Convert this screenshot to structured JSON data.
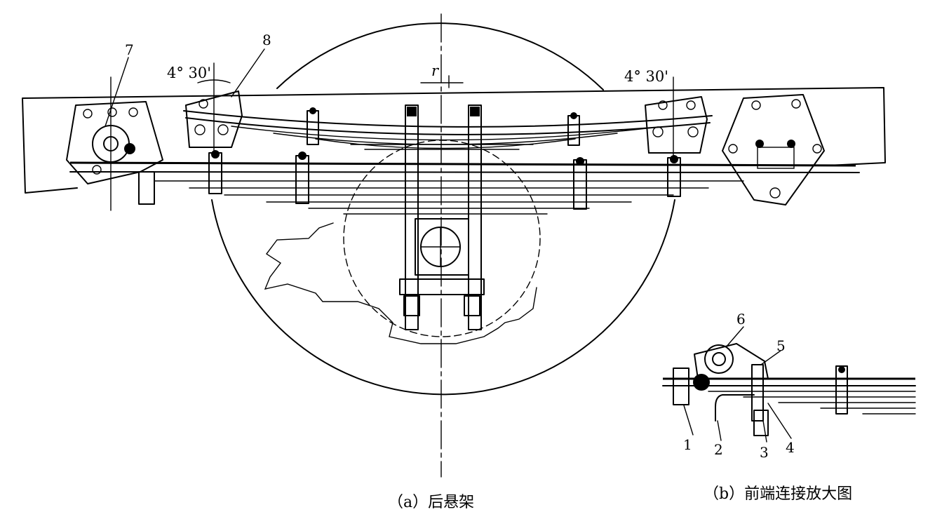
{
  "figure": {
    "captions": {
      "a": "（a）后悬架",
      "b": "（b）前端连接放大图"
    },
    "part_numbers": {
      "n1": "1",
      "n2": "2",
      "n3": "3",
      "n4": "4",
      "n5": "5",
      "n6": "6",
      "n7": "7",
      "n8": "8"
    },
    "annotations": {
      "angle_left": "4° 30'",
      "angle_right": "4° 30'",
      "radius": "r"
    }
  }
}
